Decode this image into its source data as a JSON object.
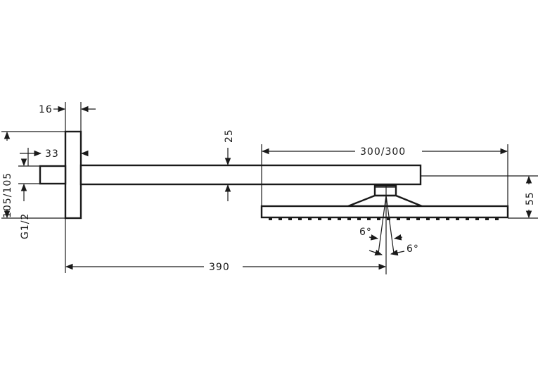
{
  "dimensions": {
    "wall_plate_thickness": "16",
    "pipe_offset": "33",
    "arm_height": "25",
    "head_size": "300/300",
    "plate_size": "105/105",
    "thread": "G1/2",
    "head_height": "55",
    "arm_length": "390",
    "tilt_angle_left": "6°",
    "tilt_angle_right": "6°"
  }
}
